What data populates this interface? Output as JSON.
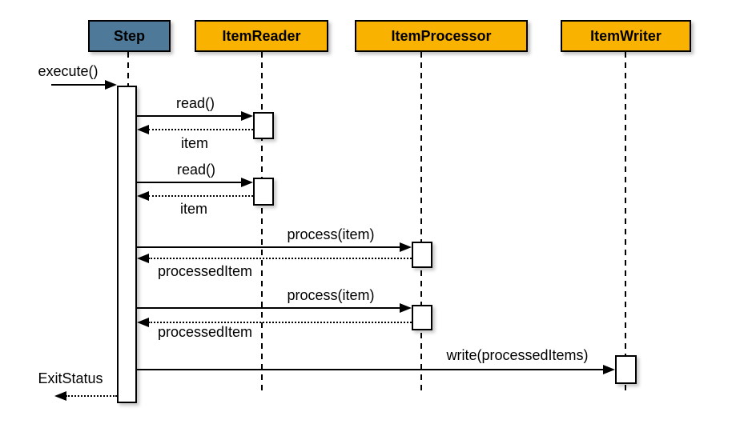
{
  "diagram": {
    "type": "uml-sequence",
    "colors": {
      "step_fill": "#4E7999",
      "component_fill": "#F9B200",
      "activation_fill": "#FFFFFF",
      "line": "#000000",
      "background": "#FFFFFF"
    },
    "participants": [
      {
        "name": "Step"
      },
      {
        "name": "ItemReader"
      },
      {
        "name": "ItemProcessor"
      },
      {
        "name": "ItemWriter"
      }
    ],
    "messages": [
      {
        "label": "execute()",
        "kind": "call",
        "from": "caller",
        "to": "Step"
      },
      {
        "label": "read()",
        "kind": "call",
        "from": "Step",
        "to": "ItemReader"
      },
      {
        "label": "item",
        "kind": "return",
        "from": "ItemReader",
        "to": "Step"
      },
      {
        "label": "read()",
        "kind": "call",
        "from": "Step",
        "to": "ItemReader"
      },
      {
        "label": "item",
        "kind": "return",
        "from": "ItemReader",
        "to": "Step"
      },
      {
        "label": "process(item)",
        "kind": "call",
        "from": "Step",
        "to": "ItemProcessor"
      },
      {
        "label": "processedItem",
        "kind": "return",
        "from": "ItemProcessor",
        "to": "Step"
      },
      {
        "label": "process(item)",
        "kind": "call",
        "from": "Step",
        "to": "ItemProcessor"
      },
      {
        "label": "processedItem",
        "kind": "return",
        "from": "ItemProcessor",
        "to": "Step"
      },
      {
        "label": "write(processedItems)",
        "kind": "call",
        "from": "Step",
        "to": "ItemWriter"
      },
      {
        "label": "ExitStatus",
        "kind": "return",
        "from": "Step",
        "to": "caller"
      }
    ]
  }
}
